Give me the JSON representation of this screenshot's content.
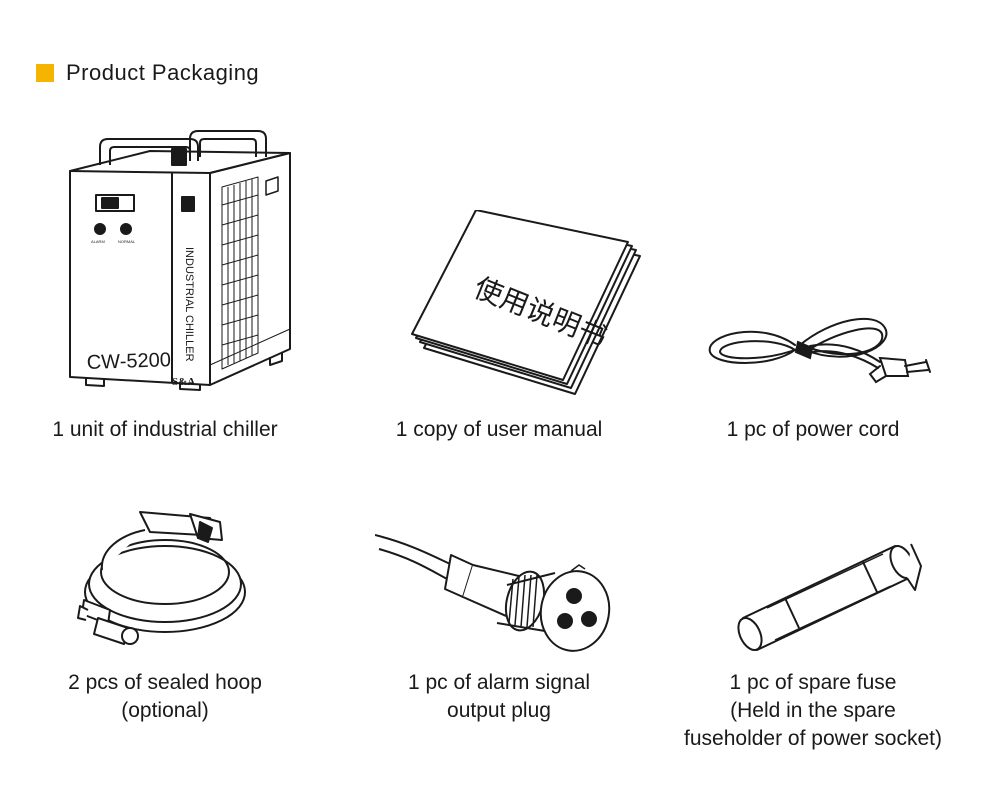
{
  "section": {
    "title": "Product Packaging",
    "marker_color": "#f5b400"
  },
  "chiller": {
    "model": "CW-5200",
    "side_label": "INDUSTRIAL CHILLER",
    "brand": "S&A",
    "panel_left": "ALARM",
    "panel_right": "NORMAL"
  },
  "manual": {
    "cover_text": "使用说明书"
  },
  "items": [
    {
      "lines": [
        "1 unit of industrial chiller"
      ]
    },
    {
      "lines": [
        "1 copy of user manual"
      ]
    },
    {
      "lines": [
        "1 pc of power cord"
      ]
    },
    {
      "lines": [
        "2 pcs of sealed hoop",
        "(optional)"
      ]
    },
    {
      "lines": [
        "1 pc of alarm signal",
        "output plug"
      ]
    },
    {
      "lines": [
        "1 pc of spare fuse",
        "(Held in the spare",
        "fuseholder of power socket)"
      ]
    }
  ]
}
